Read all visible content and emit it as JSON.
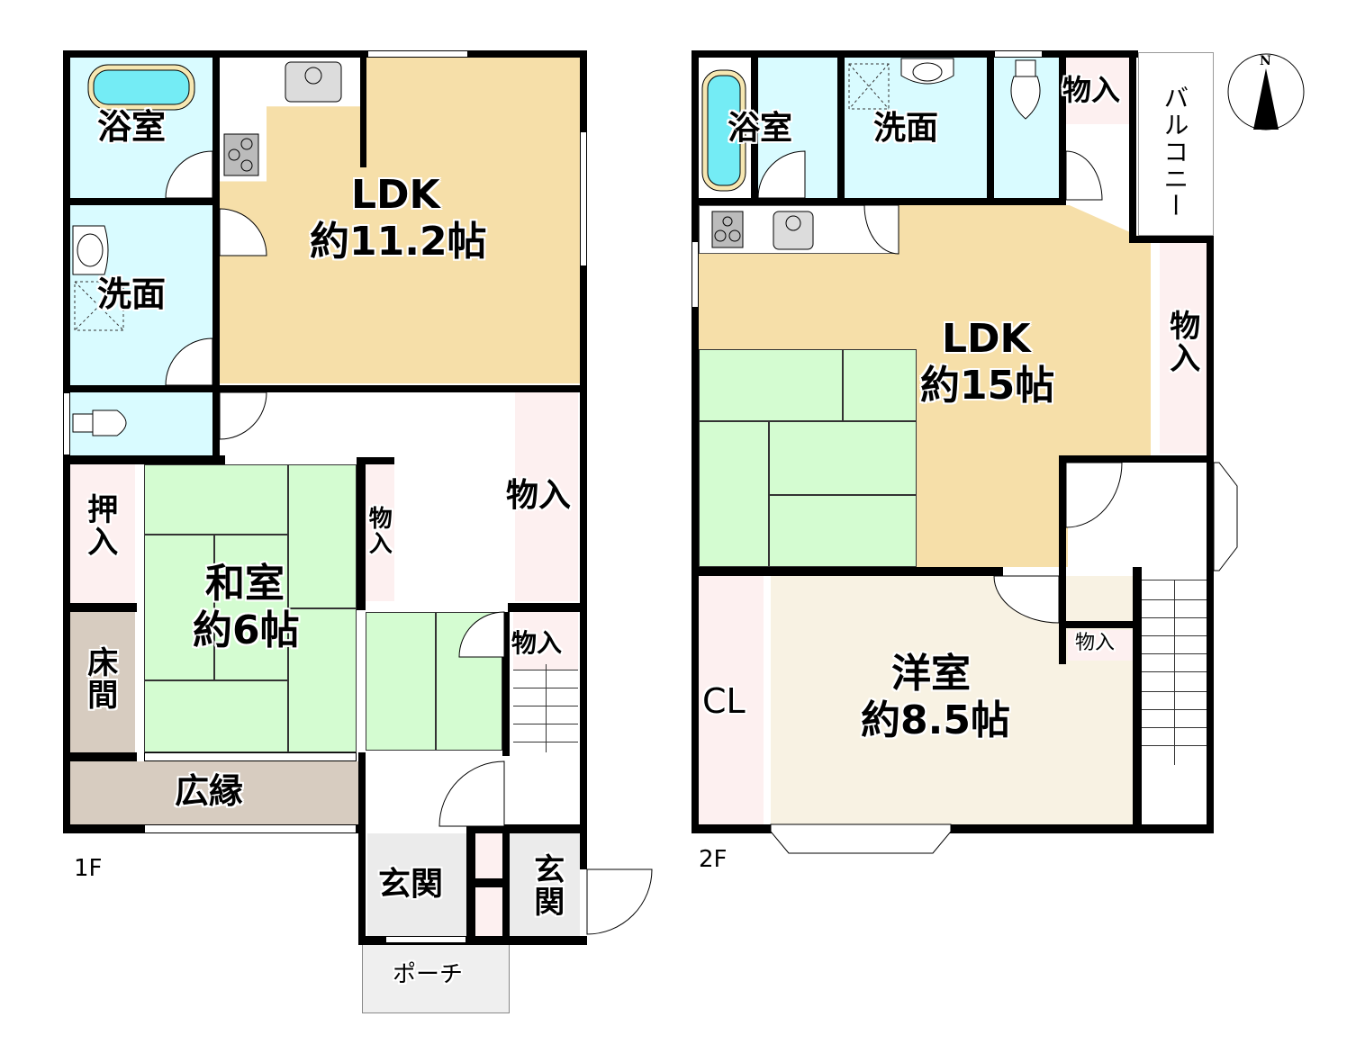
{
  "colors": {
    "wall": "#000000",
    "ldk": "#f6dfa9",
    "water": "#d9fbff",
    "storage": "#fdf0f0",
    "tatami": "#d4fcd1",
    "western": "#f8f2e3",
    "engawa": "#d7ccc0",
    "entrance": "#ebebeb",
    "hall": "#ffffff"
  },
  "floor1": {
    "tag": "1F",
    "rooms": {
      "bath": "浴室",
      "washroom": "洗面",
      "ldk_name": "LDK",
      "ldk_size": "約11.2帖",
      "closet_oshiire": "押入",
      "washitsu_name": "和室",
      "washitsu_size": "約6帖",
      "tokonoma": "床間",
      "storage_small": "物入",
      "storage_right": "物入",
      "storage_stair": "物入",
      "engawa": "広縁",
      "entrance_left": "玄関",
      "entrance_right": "玄関",
      "porch": "ポーチ"
    }
  },
  "floor2": {
    "tag": "2F",
    "rooms": {
      "bath": "浴室",
      "washroom": "洗面",
      "storage_top": "物入",
      "balcony": "バルコニー",
      "ldk_name": "LDK",
      "ldk_size": "約15帖",
      "storage_right": "物入",
      "closet": "CL",
      "youshitsu_name": "洋室",
      "youshitsu_size": "約8.5帖",
      "storage_small": "物入"
    }
  },
  "compass": {
    "label": "N"
  }
}
